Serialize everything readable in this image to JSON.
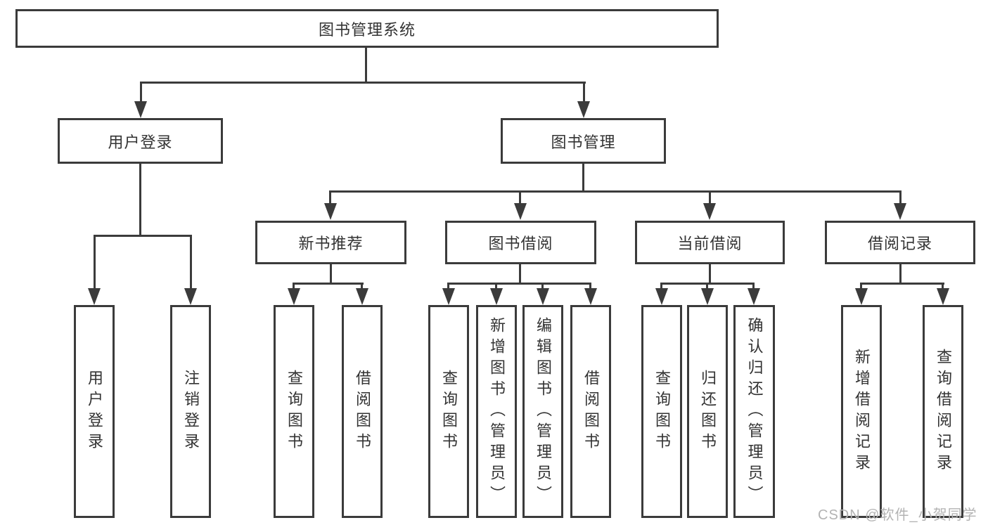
{
  "tree": {
    "root": {
      "label": "图书管理系统"
    },
    "level2": [
      {
        "id": "user-login",
        "label": "用户登录"
      },
      {
        "id": "book-management",
        "label": "图书管理"
      }
    ],
    "level3": [
      {
        "id": "new-book-recommend",
        "label": "新书推荐",
        "parent": "图书管理"
      },
      {
        "id": "book-borrow",
        "label": "图书借阅",
        "parent": "图书管理"
      },
      {
        "id": "current-borrow",
        "label": "当前借阅",
        "parent": "图书管理"
      },
      {
        "id": "borrow-records",
        "label": "借阅记录",
        "parent": "图书管理"
      }
    ],
    "leaves": [
      {
        "label": "用户登录",
        "parent": "用户登录"
      },
      {
        "label": "注销登录",
        "parent": "用户登录"
      },
      {
        "label": "查询图书",
        "parent": "新书推荐"
      },
      {
        "label": "借阅图书",
        "parent": "新书推荐"
      },
      {
        "label": "查询图书",
        "parent": "图书借阅"
      },
      {
        "label": "新增图书（管理员）",
        "parent": "图书借阅"
      },
      {
        "label": "编辑图书（管理员）",
        "parent": "图书借阅"
      },
      {
        "label": "借阅图书",
        "parent": "图书借阅"
      },
      {
        "label": "查询图书",
        "parent": "当前借阅"
      },
      {
        "label": "归还图书",
        "parent": "当前借阅"
      },
      {
        "label": "确认归还（管理员）",
        "parent": "当前借阅"
      },
      {
        "label": "新增借阅记录",
        "parent": "借阅记录"
      },
      {
        "label": "查询借阅记录",
        "parent": "借阅记录"
      }
    ]
  },
  "watermark": {
    "text": "CSDN @软件_小贺同学",
    "color": "#b3b3b3"
  },
  "colors": {
    "line": "#3b3b3b",
    "text": "#333333",
    "background": "#ffffff"
  }
}
